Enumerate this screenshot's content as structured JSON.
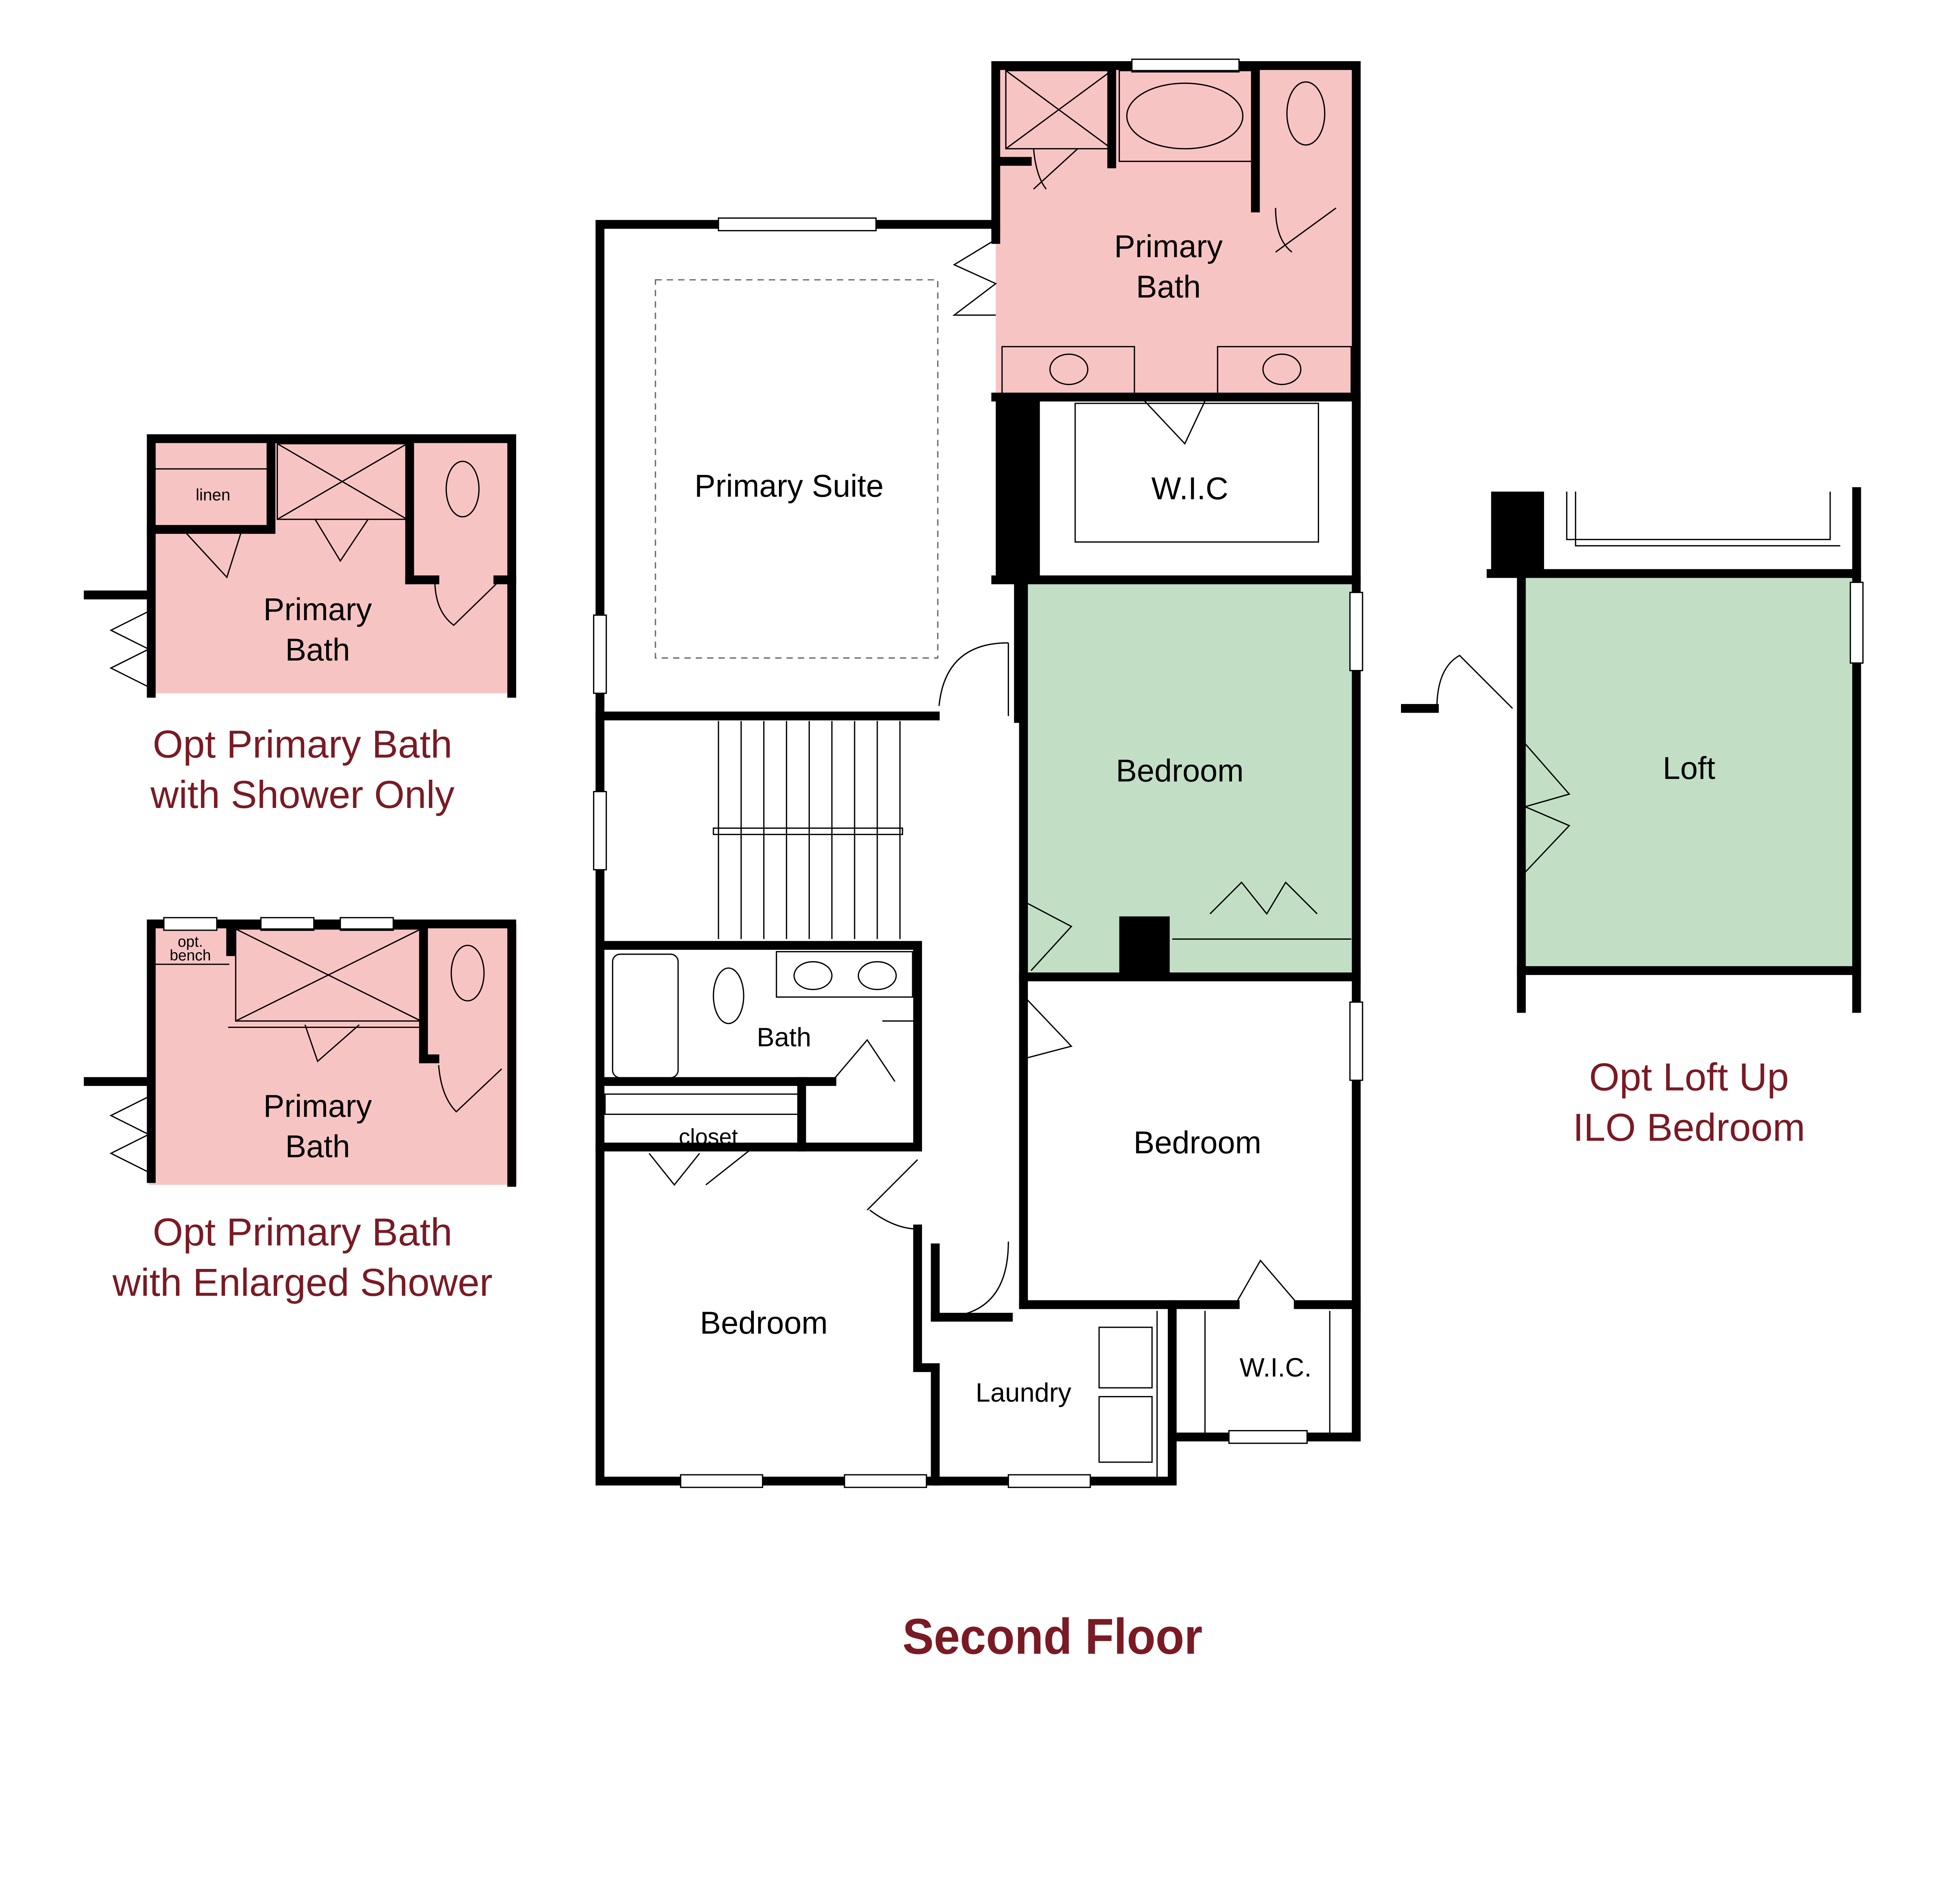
{
  "title": "Second Floor",
  "colors": {
    "bath_highlight": "#f7c4c4",
    "bedroom_highlight": "#c2dfc6",
    "caption": "#7a1a24",
    "wall": "#000000"
  },
  "main_plan": {
    "rooms": {
      "primary_bath_line1": "Primary",
      "primary_bath_line2": "Bath",
      "primary_suite": "Primary Suite",
      "wic_primary": "W.I.C",
      "bedroom_green": "Bedroom",
      "bath": "Bath",
      "closet": "closet",
      "bedroom_right": "Bedroom",
      "bedroom_left": "Bedroom",
      "laundry": "Laundry",
      "wic_small": "W.I.C."
    }
  },
  "options": [
    {
      "caption_line1": "Opt Primary Bath",
      "caption_line2": "with Shower Only",
      "room_line1": "Primary",
      "room_line2": "Bath",
      "note": "linen"
    },
    {
      "caption_line1": "Opt Primary Bath",
      "caption_line2": "with Enlarged Shower",
      "room_line1": "Primary",
      "room_line2": "Bath",
      "note_line1": "opt.",
      "note_line2": "bench"
    },
    {
      "caption_line1": "Opt Loft Up",
      "caption_line2": "ILO Bedroom",
      "room": "Loft"
    }
  ]
}
